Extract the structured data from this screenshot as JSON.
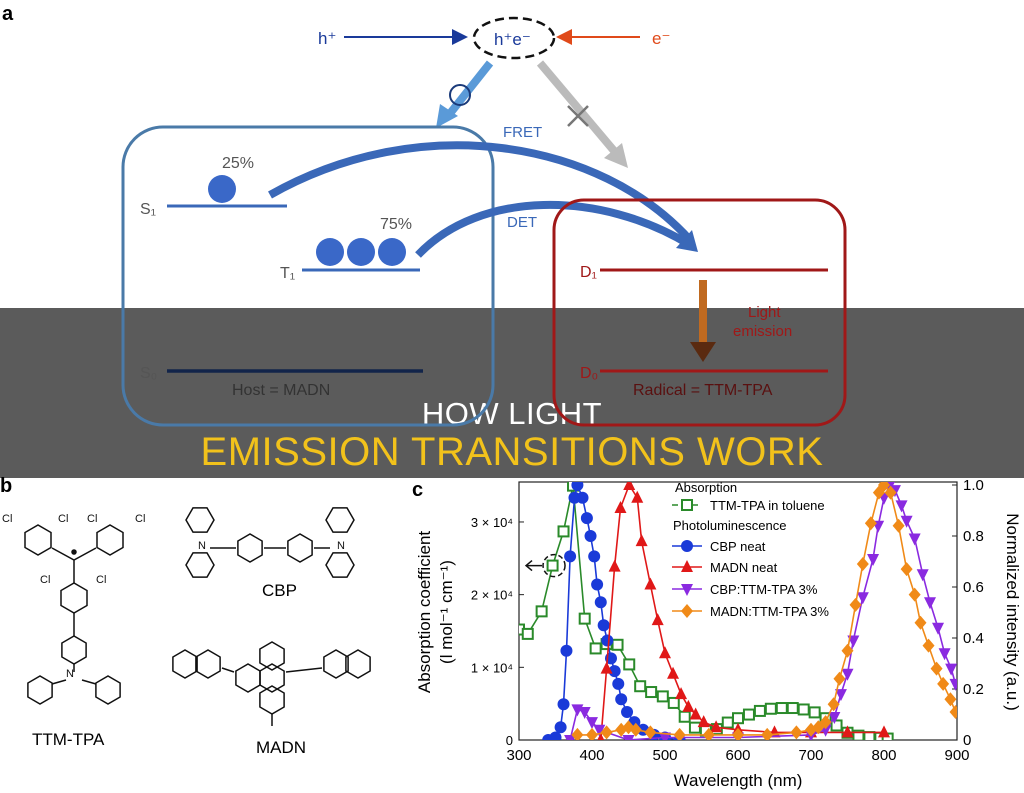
{
  "banner": {
    "line1": "HOW LIGHT",
    "line2": "EMISSION TRANSITIONS WORK",
    "line1_color": "#ffffff",
    "line2_color": "#f2c21b"
  },
  "panel_a": {
    "label": "a",
    "hole": "h⁺",
    "electron": "e⁻",
    "exciton": "h⁺e⁻",
    "fret": "FRET",
    "det": "DET",
    "s1": "S₁",
    "t1": "T₁",
    "s0": "S₀",
    "d1": "D₁",
    "d0": "D₀",
    "singlet_pct": "25%",
    "triplet_pct": "75%",
    "host": "Host = MADN",
    "radical": "Radical = TTM-TPA",
    "emission_1": "Light",
    "emission_2": "emission",
    "colors": {
      "host": "#4a7aa8",
      "radical": "#a01818",
      "arrow": "#3a68b8",
      "emission": "#a0521e"
    }
  },
  "panel_b": {
    "label": "b",
    "molecules": [
      "TTM-TPA",
      "CBP",
      "MADN"
    ],
    "atom_cl": "Cl",
    "atom_n": "N"
  },
  "chart_data": {
    "label": "c",
    "type": "line",
    "xlabel": "Wavelength (nm)",
    "ylabel_left": "Absorption coefficient",
    "ylabel_left_units": "(l mol⁻¹ cm⁻¹)",
    "ylabel_right": "Normalized intensity (a.u.)",
    "xlim": [
      300,
      900
    ],
    "ylim_left": [
      0,
      35500
    ],
    "ylim_right": [
      0,
      1.01
    ],
    "xticks": [
      "300",
      "400",
      "500",
      "600",
      "700",
      "800",
      "900"
    ],
    "yticks_left": [
      "0",
      "1 × 10⁴",
      "2 × 10⁴",
      "3 × 10⁴"
    ],
    "yticks_right": [
      "0",
      "0.2",
      "0.4",
      "0.6",
      "0.8",
      "1.0"
    ],
    "legend": {
      "absorption_header": "Absorption",
      "pl_header": "Photoluminescence",
      "position": "top-center"
    },
    "series": [
      {
        "name": "TTM-TPA in toluene",
        "axis": "left",
        "marker": "square-open",
        "color": "#2a8a2a",
        "x": [
          300,
          312,
          331,
          346,
          361,
          374,
          390,
          405,
          420,
          435,
          451,
          466,
          481,
          497,
          512,
          527,
          541,
          556,
          571,
          586,
          600,
          615,
          630,
          645,
          660,
          675,
          690,
          705,
          720,
          735,
          750,
          765,
          780,
          795,
          805
        ],
        "y": [
          15200,
          14600,
          17700,
          24000,
          28700,
          35000,
          16700,
          12600,
          13200,
          13100,
          10400,
          7400,
          6600,
          6000,
          5100,
          3200,
          1700,
          1300,
          1500,
          2400,
          3000,
          3500,
          4000,
          4300,
          4400,
          4400,
          4200,
          3800,
          3000,
          2000,
          1000,
          600,
          400,
          300,
          200
        ]
      },
      {
        "name": "CBP neat",
        "axis": "right",
        "marker": "circle",
        "color": "#1a3ad8",
        "x": [
          340,
          350,
          357,
          361,
          365,
          370,
          376,
          380,
          387,
          393,
          398,
          403,
          407,
          412,
          416,
          421,
          426,
          431,
          436,
          440,
          448,
          458,
          470,
          485,
          500,
          520
        ],
        "y": [
          0,
          0.01,
          0.05,
          0.14,
          0.35,
          0.72,
          0.95,
          1.0,
          0.95,
          0.87,
          0.8,
          0.72,
          0.61,
          0.54,
          0.45,
          0.39,
          0.32,
          0.27,
          0.22,
          0.16,
          0.11,
          0.07,
          0.04,
          0.02,
          0.01,
          0
        ]
      },
      {
        "name": "MADN neat",
        "axis": "right",
        "marker": "triangle-up",
        "color": "#e01818",
        "x": [
          412,
          420,
          431,
          439,
          451,
          462,
          468,
          480,
          490,
          500,
          511,
          522,
          532,
          542,
          553,
          570,
          600,
          650,
          700,
          750,
          800
        ],
        "y": [
          0,
          0.28,
          0.68,
          0.91,
          1.0,
          0.95,
          0.78,
          0.61,
          0.47,
          0.34,
          0.26,
          0.18,
          0.13,
          0.1,
          0.07,
          0.05,
          0.04,
          0.03,
          0.03,
          0.03,
          0.03
        ]
      },
      {
        "name": "CBP:TTM-TPA 3%",
        "axis": "right",
        "marker": "triangle-down",
        "color": "#8a2ae0",
        "x": [
          370,
          380,
          390,
          400,
          410,
          450,
          500,
          600,
          700,
          720,
          732,
          741,
          750,
          758,
          771,
          785,
          792,
          800,
          808,
          815,
          824,
          831,
          842,
          853,
          863,
          874,
          883,
          892,
          898
        ],
        "y": [
          0,
          0.12,
          0.11,
          0.07,
          0.04,
          0.0,
          0.01,
          0.01,
          0.02,
          0.04,
          0.09,
          0.18,
          0.26,
          0.39,
          0.56,
          0.71,
          0.84,
          0.95,
          1.0,
          0.98,
          0.92,
          0.86,
          0.79,
          0.65,
          0.54,
          0.44,
          0.34,
          0.28,
          0.22
        ]
      },
      {
        "name": "MADN:TTM-TPA 3%",
        "axis": "right",
        "marker": "diamond",
        "color": "#f08a18",
        "x": [
          380,
          400,
          420,
          440,
          450,
          460,
          480,
          520,
          560,
          600,
          640,
          680,
          700,
          710,
          720,
          731,
          739,
          750,
          761,
          771,
          782,
          793,
          800,
          809,
          820,
          831,
          842,
          850,
          861,
          872,
          881,
          891,
          898
        ],
        "y": [
          0.02,
          0.02,
          0.03,
          0.04,
          0.05,
          0.04,
          0.03,
          0.02,
          0.02,
          0.02,
          0.02,
          0.03,
          0.04,
          0.05,
          0.07,
          0.14,
          0.24,
          0.35,
          0.53,
          0.69,
          0.85,
          0.97,
          1.0,
          0.97,
          0.84,
          0.67,
          0.57,
          0.46,
          0.37,
          0.28,
          0.22,
          0.16,
          0.11
        ]
      }
    ]
  }
}
